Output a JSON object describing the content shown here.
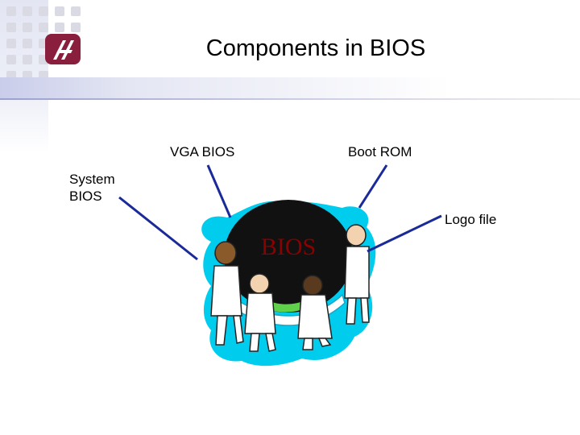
{
  "slide": {
    "title": "Components in BIOS"
  },
  "labels": {
    "vga_bios": "VGA BIOS",
    "boot_rom": "Boot ROM",
    "system_bios_line1": "System",
    "system_bios_line2": "BIOS",
    "logo_file": "Logo file"
  },
  "globe": {
    "text": "BIOS"
  },
  "colors": {
    "connector": "#1a2a99",
    "globe": "#111111",
    "globe_text": "#8b0000",
    "splash": "#00ccee",
    "logo": "#8a1f3d"
  }
}
